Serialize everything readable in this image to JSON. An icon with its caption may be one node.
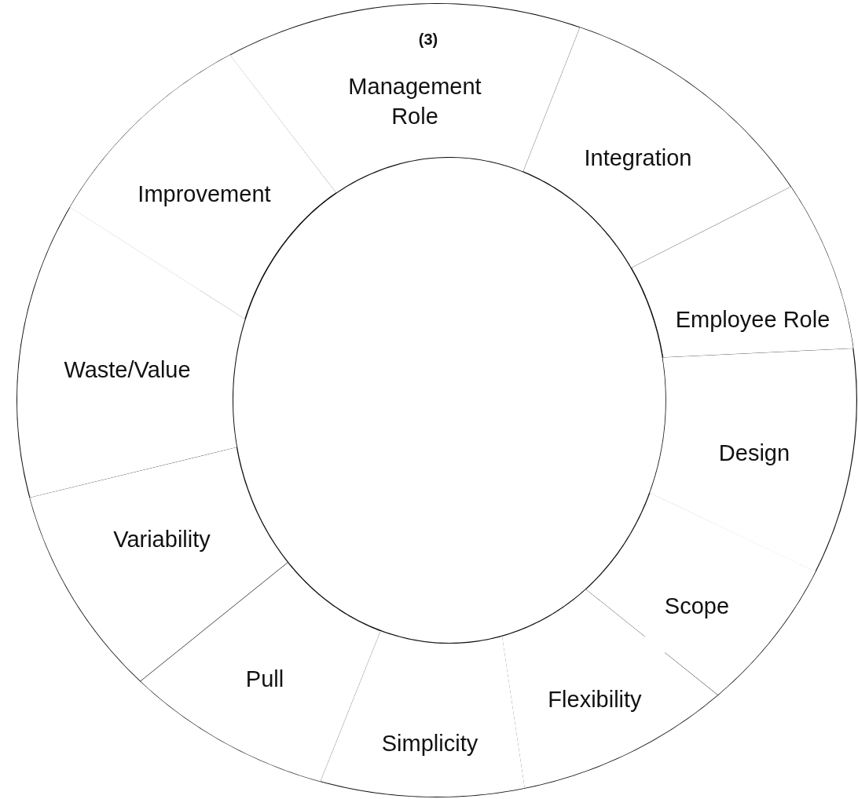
{
  "diagram": {
    "nodes": [
      {
        "text": [
          "(3)",
          "Management Role"
        ]
      },
      {
        "text": [
          "Integration"
        ]
      },
      {
        "text": [
          "Employee Role"
        ]
      },
      {
        "text": [
          "Design"
        ]
      },
      {
        "text": [
          "Scope"
        ]
      },
      {
        "text": [
          "Flexibility"
        ]
      },
      {
        "text": [
          "Simplicity"
        ]
      },
      {
        "text": [
          "Pull"
        ]
      },
      {
        "text": [
          "Variability"
        ]
      },
      {
        "text": [
          "Waste/Value"
        ]
      },
      {
        "text": [
          "Improvement"
        ]
      }
    ]
  }
}
